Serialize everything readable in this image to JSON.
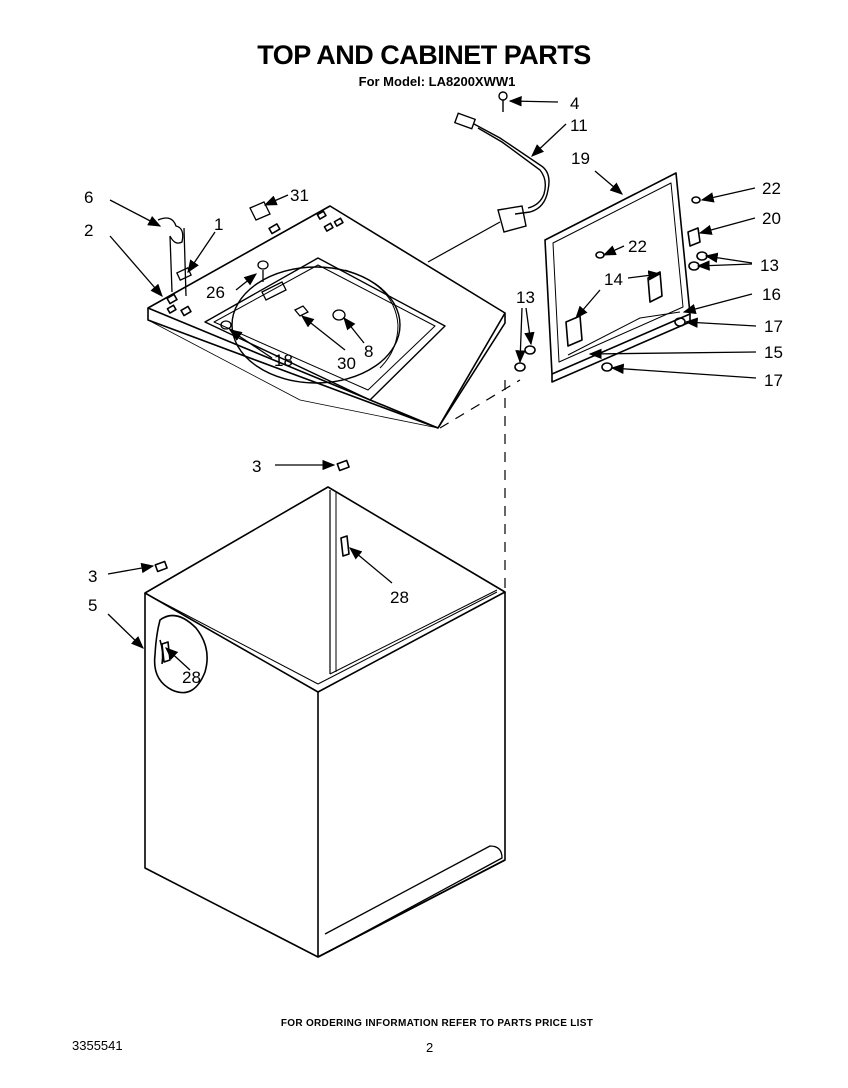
{
  "header": {
    "title": "TOP AND CABINET PARTS",
    "model_line": "For Model: LA8200XWW1"
  },
  "callouts": {
    "c1": "1",
    "c2": "2",
    "c3a": "3",
    "c3b": "3",
    "c4": "4",
    "c5": "5",
    "c6": "6",
    "c8": "8",
    "c11": "11",
    "c13a": "13",
    "c13b": "13",
    "c14": "14",
    "c15": "15",
    "c16": "16",
    "c17a": "17",
    "c17b": "17",
    "c18": "18",
    "c19": "19",
    "c20": "20",
    "c22a": "22",
    "c22b": "22",
    "c26": "26",
    "c28a": "28",
    "c28b": "28",
    "c30": "30",
    "c31": "31"
  },
  "footer": {
    "ordering_note": "FOR ORDERING INFORMATION REFER TO PARTS PRICE LIST",
    "document_number": "3355541",
    "page_number": "2"
  }
}
